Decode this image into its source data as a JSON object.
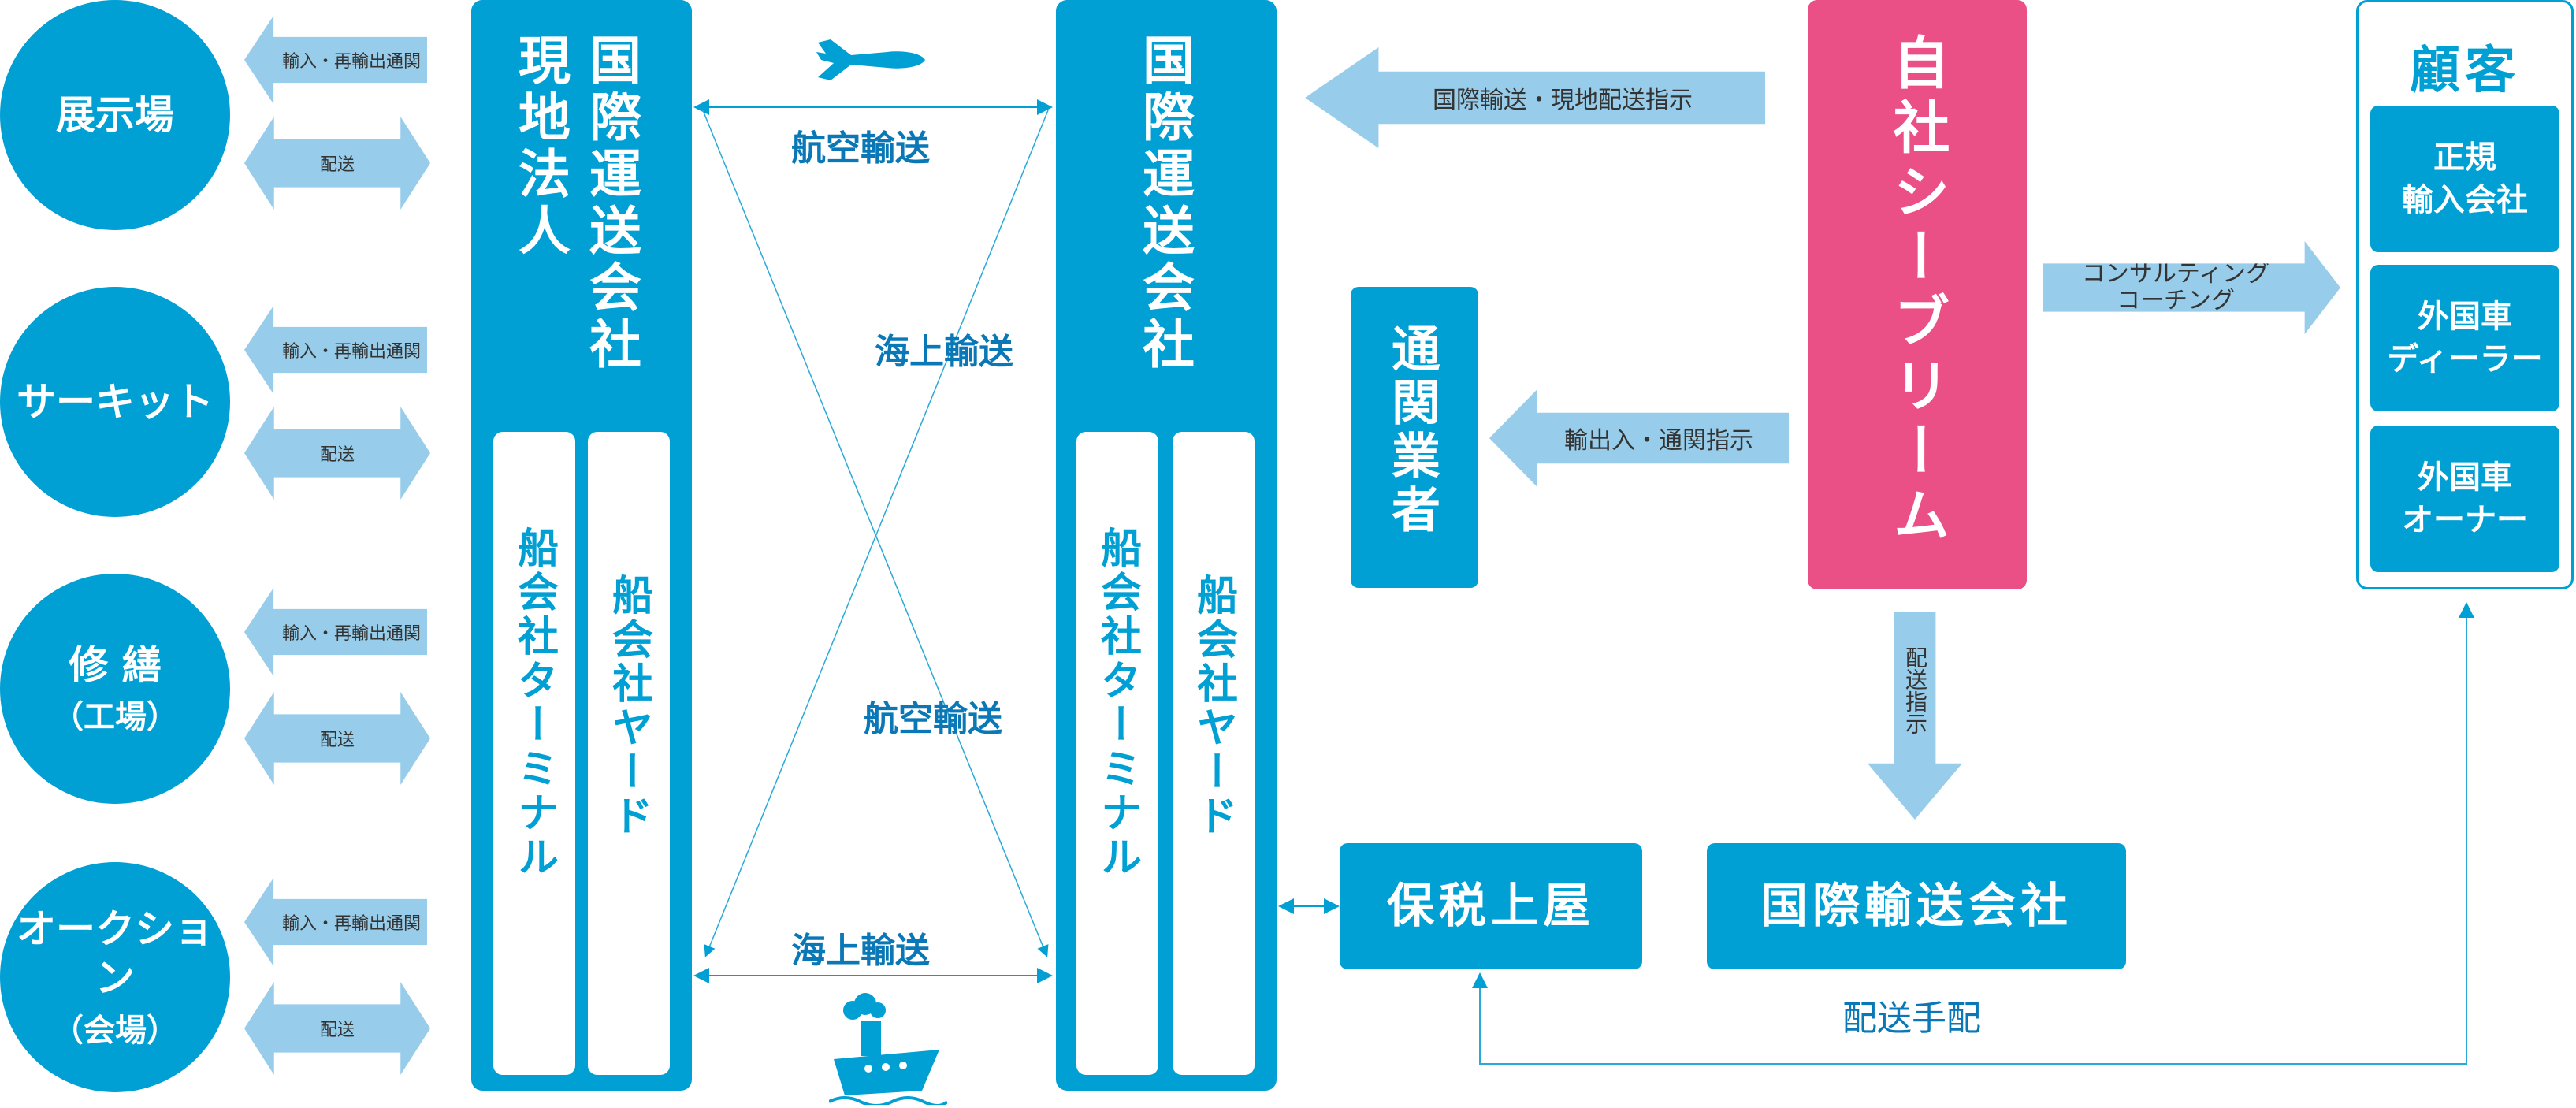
{
  "colors": {
    "main": "#009fd4",
    "light": "#97cdea",
    "pink": "#ea4f85",
    "route": "#0a78b6"
  },
  "left_sites": [
    {
      "line1": "展示場",
      "line2": ""
    },
    {
      "line1": "サーキット",
      "line2": ""
    },
    {
      "line1": "修 繕",
      "line2": "（工場）"
    },
    {
      "line1": "オークション",
      "line2": "（会場）"
    }
  ],
  "left_arrows": {
    "import": "輸入・再輸出通関",
    "deliver": "配送"
  },
  "local_company": {
    "title_a": "現地法人",
    "title_b": "国際運送会社",
    "sub_a": "船会社ターミナル",
    "sub_b": "船会社ヤード"
  },
  "routes": {
    "air_top": "航空輸送",
    "sea_mid": "海上輸送",
    "air_mid": "航空輸送",
    "sea_bottom": "海上輸送"
  },
  "home_company": {
    "title": "国際運送会社",
    "sub_a": "船会社ターミナル",
    "sub_b": "船会社ヤード"
  },
  "arrows": {
    "intl_instruction": "国際輸送・現地配送指示",
    "customs_instruction": "輸出入・通関指示",
    "consulting_line1": "コンサルティング",
    "consulting_line2": "コーチング",
    "delivery_instruction": "配送指示"
  },
  "customs_broker": "通関業者",
  "self_company": "自社シーブリーム",
  "customer": {
    "title": "顧客",
    "items": [
      "正規\n輸入会社",
      "外国車\nディーラー",
      "外国車\nオーナー"
    ]
  },
  "bonded_warehouse": "保税上屋",
  "intl_transport": "国際輸送会社",
  "delivery_arrangement": "配送手配",
  "icons": {
    "plane": "airplane-icon",
    "ship": "ship-icon"
  }
}
